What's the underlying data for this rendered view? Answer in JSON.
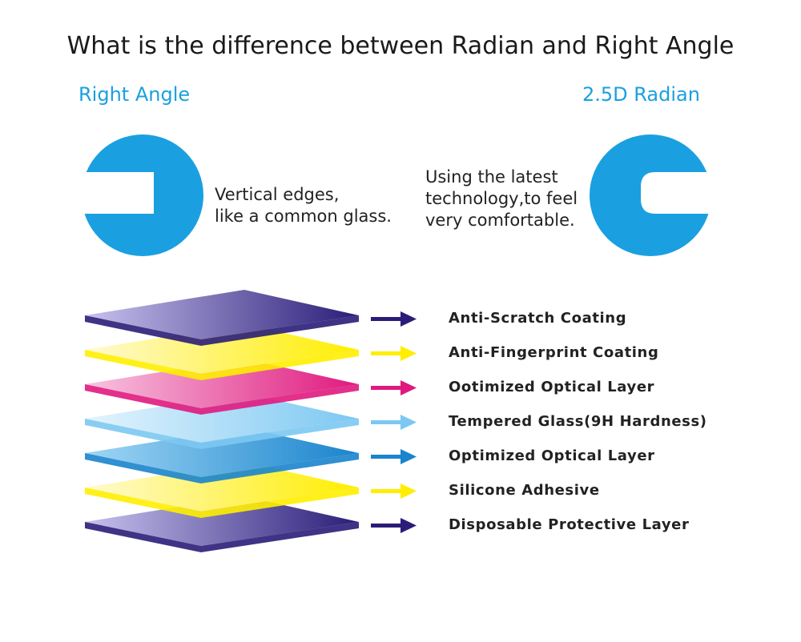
{
  "title": "What is the difference between Radian and Right Angle",
  "right_angle": {
    "heading": "Right   Angle",
    "description_lines": [
      "Vertical edges,",
      "like a common glass."
    ]
  },
  "radian": {
    "heading": "2.5D  Radian",
    "description_lines": [
      "Using the latest",
      "technology,to feel",
      "very comfortable."
    ]
  },
  "colors": {
    "accent_blue": "#1aa0e0",
    "navy": "#2a1d78",
    "yellow": "#ffee00",
    "magenta": "#e0197e",
    "light_blue": "#7cc8f2",
    "mid_blue": "#1a84cc"
  },
  "layers": [
    {
      "label": "Anti-Scratch Coating",
      "color_start": "#c8c2ee",
      "color_end": "#2a1d78",
      "arrow_color": "#2a1d78"
    },
    {
      "label": "Anti-Fingerprint Coating",
      "color_start": "#fffad0",
      "color_end": "#ffee00",
      "arrow_color": "#ffee00"
    },
    {
      "label": "Ootimized Optical Layer",
      "color_start": "#f7c5e0",
      "color_end": "#e0197e",
      "arrow_color": "#e0197e"
    },
    {
      "label": "Tempered Glass(9H Hardness)",
      "color_start": "#e4f4fd",
      "color_end": "#7cc8f2",
      "arrow_color": "#7cc8f2"
    },
    {
      "label": "Optimized Optical Layer",
      "color_start": "#9fd6f5",
      "color_end": "#1a84cc",
      "arrow_color": "#1a84cc"
    },
    {
      "label": "Silicone Adhesive",
      "color_start": "#fffad0",
      "color_end": "#ffee00",
      "arrow_color": "#ffee00"
    },
    {
      "label": "Disposable Protective Layer",
      "color_start": "#c8c2ee",
      "color_end": "#2a1d78",
      "arrow_color": "#2a1d78"
    }
  ]
}
